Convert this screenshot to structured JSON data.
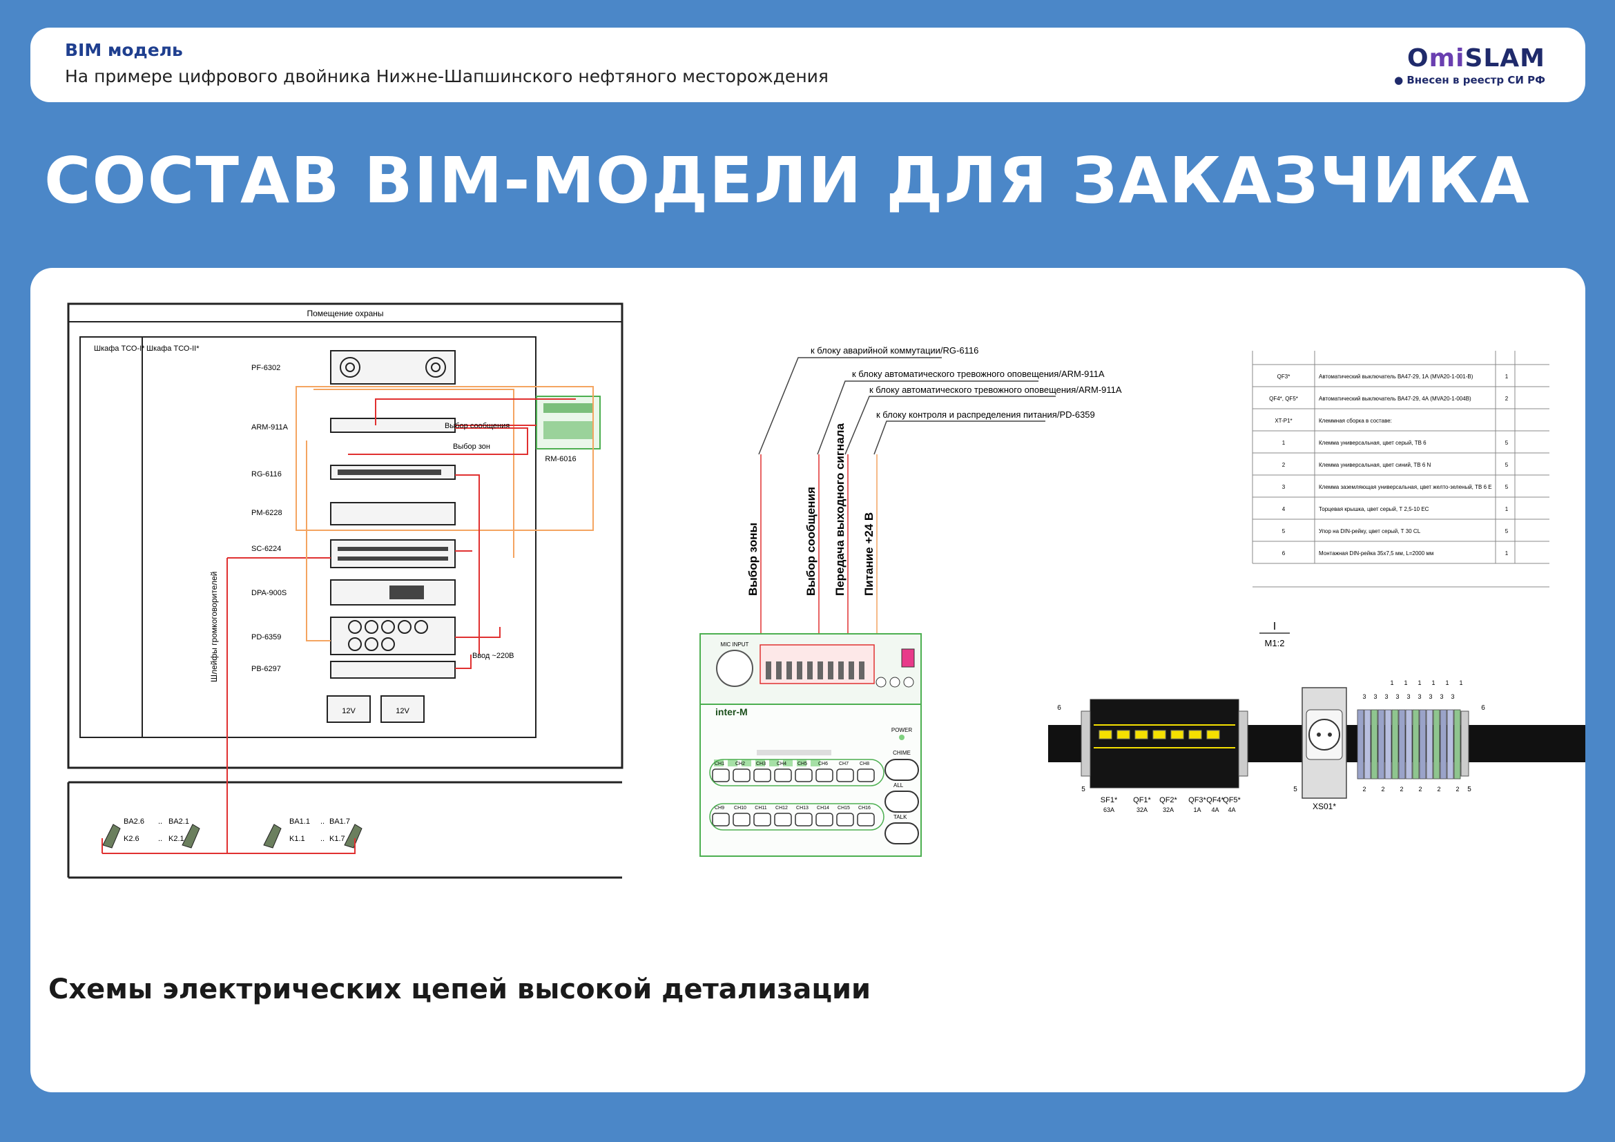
{
  "header": {
    "category": "BIM модель",
    "subtitle": "На примере цифрового двойника Нижне-Шапшинского нефтяного месторождения",
    "logo": {
      "o": "O",
      "mi": "mi",
      "slam": "SLAM",
      "registry": "Внесен в реестр СИ РФ"
    }
  },
  "title": "СОСТАВ BIM-МОДЕЛИ ДЛЯ ЗАКАЗЧИКА",
  "caption": "Схемы электрических цепей высокой детализации",
  "diagram1": {
    "room": "Помещение охраны",
    "cab1": "Шкафа ТСО-II*",
    "cab2": "Шкафа ТСО-I*",
    "devices": [
      "PF-6302",
      "ARM-911A",
      "RG-6116",
      "PM-6228",
      "SC-6224",
      "DPA-900S",
      "PD-6359",
      "PB-6297"
    ],
    "rm": "RM-6016",
    "sig_msg": "Выбор сообщения",
    "sig_zone": "Выбор зон",
    "power": "Ввод ~220В",
    "battery": "12V",
    "loop": "Шлейфы громкоговорителей",
    "speakers": {
      "g1a": "BA2.6",
      "g1b": "BA2.1",
      "g1c": "K2.6",
      "g1d": "K2.1",
      "g2a": "BA1.1",
      "g2b": "BA1.7",
      "g2c": "K1.1",
      "g2d": "K1.7",
      "dots": ".."
    }
  },
  "diagram2": {
    "callouts": [
      "к блоку аварийной коммутации/RG-6116",
      "к блоку автоматического тревожного оповещения/ARM-911A",
      "к блоку автоматического тревожного оповещения/ARM-911A",
      "к блоку контроля и распределения питания/PD-6359"
    ],
    "signals": [
      "Выбор зоны",
      "Выбор сообщения",
      "Передача выходного сигнала",
      "Питание +24 В"
    ],
    "mic": "MIC INPUT",
    "power": "POWER",
    "brand": "inter-M",
    "all": "ALL",
    "talk": "TALK",
    "chime": "CHIME",
    "ch_row1": [
      "CH1",
      "CH2",
      "CH3",
      "CH4",
      "CH5",
      "CH6",
      "CH7",
      "CH8"
    ],
    "ch_row2": [
      "CH9",
      "CH10",
      "CH11",
      "CH12",
      "CH13",
      "CH14",
      "CH15",
      "CH16"
    ]
  },
  "spec_table": {
    "rows": [
      {
        "pos": "QF3*",
        "name": "Автоматический выключатель ВА47-29, 1А (MVA20-1-001-B)",
        "qty": "1"
      },
      {
        "pos": "QF4*, QF5*",
        "name": "Автоматический выключатель ВА47-29, 4А (MVA20-1-004B)",
        "qty": "2"
      },
      {
        "pos": "XT-P1*",
        "name": "Клеммная сборка в составе:",
        "qty": ""
      },
      {
        "pos": "1",
        "name": "Клемма универсальная, цвет серый, ТВ 6",
        "qty": "5"
      },
      {
        "pos": "2",
        "name": "Клемма универсальная, цвет синий, ТВ 6 N",
        "qty": "5"
      },
      {
        "pos": "3",
        "name": "Клемма заземляющая универсальная, цвет желто-зеленый, ТВ 6 Е",
        "qty": "5"
      },
      {
        "pos": "4",
        "name": "Торцевая крышка, цвет серый, Т 2,5-10 ЕС",
        "qty": "1"
      },
      {
        "pos": "5",
        "name": "Упор на DIN-рейку, цвет серый, Т 30 CL",
        "qty": "5"
      },
      {
        "pos": "6",
        "name": "Монтажная DIN-рейка 35х7,5 мм, L=2000 мм",
        "qty": "1"
      }
    ]
  },
  "din_rail": {
    "view": "I",
    "scale": "M1:2",
    "breakers": [
      {
        "name": "SF1*",
        "rating": "63A"
      },
      {
        "name": "QF1*",
        "rating": "32A"
      },
      {
        "name": "QF2*",
        "rating": "32A"
      },
      {
        "name": "QF3*",
        "rating": "1A"
      },
      {
        "name": "QF4*",
        "rating": "4A"
      },
      {
        "name": "QF5*",
        "rating": "4A"
      }
    ],
    "socket": "XS01*",
    "top_marks": [
      "1",
      "1",
      "1",
      "1",
      "1",
      "1"
    ],
    "mid_marks": [
      "3",
      "3",
      "3",
      "3",
      "3",
      "3",
      "3",
      "3",
      "3"
    ],
    "bottom_marks": [
      "2",
      "2",
      "2",
      "2",
      "2",
      "2"
    ],
    "end_left": "6",
    "end_right": "6",
    "stop": "5"
  },
  "colors": {
    "background": "#4b87c8",
    "header_text": "#1f3f8f",
    "wire_red": "#e03030",
    "wire_orange": "#f4a460",
    "green": "#4caf50"
  }
}
